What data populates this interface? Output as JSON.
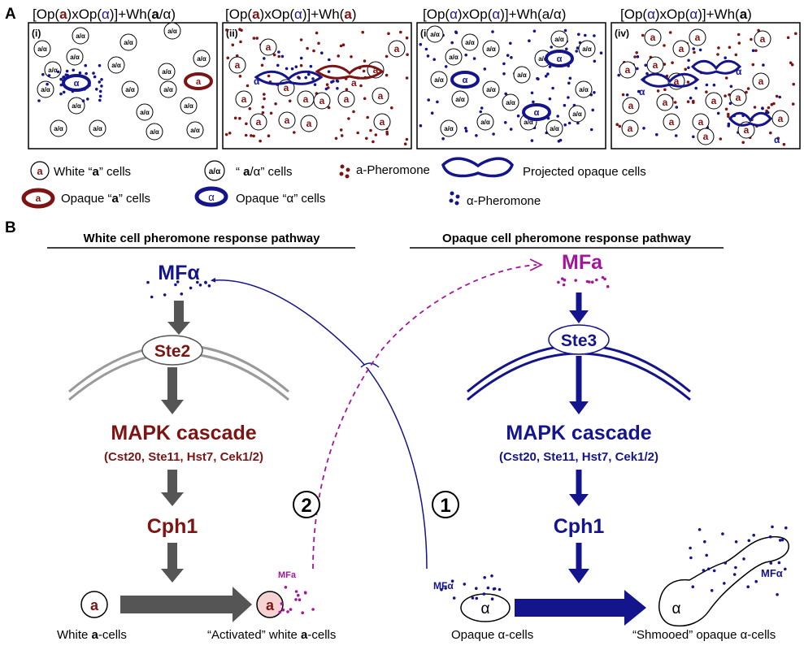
{
  "colors": {
    "blue": "#14148c",
    "red": "#7d1414",
    "purple": "#a3169a",
    "gray": "#555555",
    "lightgray": "#9a9a9a",
    "activated_fill": "#f6d3d3"
  },
  "panelA": {
    "letter": "A",
    "panels": [
      {
        "roman": "(i)",
        "title": {
          "p1": "[Op(",
          "a1": "a",
          "p2": ")xOp(",
          "a2": "α",
          "p3": ")]+Wh(",
          "a3": "a",
          "p4": "/α)"
        }
      },
      {
        "roman": "(ii)",
        "title": {
          "p1": "[Op(",
          "a1": "a",
          "p2": ")xOp(",
          "a2": "α",
          "p3": ")]+Wh(",
          "a3": "a",
          "p4": ")"
        }
      },
      {
        "roman": "(iii)",
        "title": {
          "p1": "[Op(",
          "a1": "α",
          "p2": ")xOp(",
          "a2": "α",
          "p3": ")]+Wh(",
          "a3": "a/α",
          "p4": ")"
        }
      },
      {
        "roman": "(iv)",
        "title": {
          "p1": "[Op(",
          "a1": "α",
          "p2": ")xOp(",
          "a2": "α",
          "p3": ")]+Wh(",
          "a3": "a",
          "p4": ")"
        }
      }
    ],
    "cell_labels": {
      "white_a": "a",
      "white_aalpha": "a/α",
      "opaque_a": "a",
      "opaque_alpha": "α",
      "proj_alpha": "α",
      "proj_a": "a"
    },
    "legend": {
      "white_a": {
        "pre": "White “",
        "bold": "a",
        "post": "” cells"
      },
      "white_aalpha": {
        "pre": "“ ",
        "bold": "a",
        "post": "/α” cells"
      },
      "opaque_a": {
        "pre": "Opaque “",
        "bold": "a",
        "post": "” cells"
      },
      "opaque_alpha": "Opaque “α” cells",
      "a_pheromone": "a-Pheromone",
      "alpha_pheromone": "α-Pheromone",
      "projected": "Projected opaque cells"
    }
  },
  "panelB": {
    "letter": "B",
    "white_title": "White cell pheromone response pathway",
    "opaque_title": "Opaque cell pheromone response pathway",
    "white": {
      "pheromone": "MFα",
      "receptor": "Ste2",
      "cascade": "MAPK cascade",
      "components": "(Cst20, Ste11, Hst7, Cek1/2)",
      "tf": "Cph1"
    },
    "opaque": {
      "pheromone": "MFa",
      "receptor": "Ste3",
      "cascade": "MAPK cascade",
      "components": "(Cst20, Ste11, Hst7, Cek1/2)",
      "tf": "Cph1"
    },
    "circled_1": "1",
    "circled_2": "2",
    "cells": {
      "white_a_label": "a",
      "activated_a_label": "a",
      "activated_mf": "MFa",
      "opaque_alpha_label": "α",
      "opaque_alpha_mf": "MFα",
      "shmooed_label": "α",
      "shmooed_mf": "MFα"
    },
    "captions": {
      "white_a": {
        "pre": "White ",
        "bold": "a",
        "post": "-cells"
      },
      "activated": {
        "pre": "“Activated” white ",
        "bold": "a",
        "post": "-cells"
      },
      "opaque_alpha": "Opaque α-cells",
      "shmooed": "“Shmooed” opaque α-cells"
    }
  }
}
